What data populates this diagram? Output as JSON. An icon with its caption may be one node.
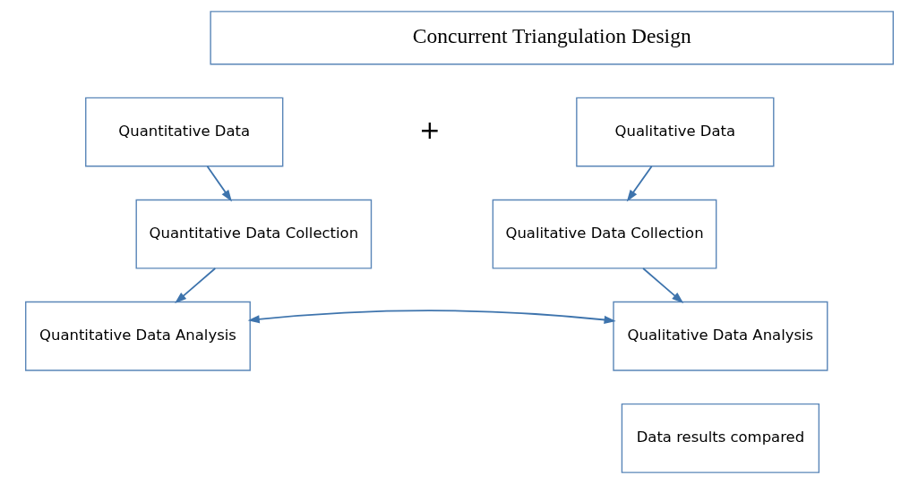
{
  "diagram": {
    "nodes": [
      {
        "text": [
          "Concurrent Triangulation Design"
        ]
      },
      {
        "text": [
          "Quantitative Data"
        ]
      },
      {
        "text": [
          "Qualitative Data"
        ]
      },
      {
        "text": [
          "Quantitative Data Collection"
        ]
      },
      {
        "text": [
          "Qualitative Data Collection"
        ]
      },
      {
        "text": [
          "Quantitative Data Analysis"
        ]
      },
      {
        "text": [
          "Qualitative Data Analysis"
        ]
      },
      {
        "text": [
          "Data results compared"
        ]
      }
    ],
    "edges": [
      {
        "from": 1,
        "to": 3,
        "arrow": "to"
      },
      {
        "from": 3,
        "to": 5,
        "arrow": "to"
      },
      {
        "from": 2,
        "to": 4,
        "arrow": "to"
      },
      {
        "from": 4,
        "to": 6,
        "arrow": "to"
      },
      {
        "from": 5,
        "to": 6,
        "arrow": "both"
      }
    ],
    "labels": [
      "+"
    ]
  }
}
